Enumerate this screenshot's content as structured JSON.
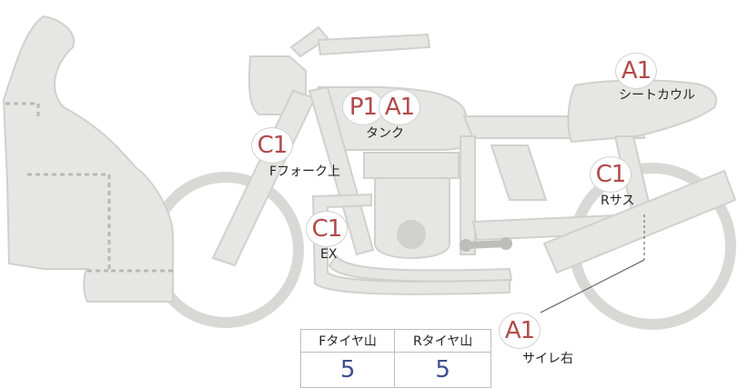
{
  "markers": {
    "p1_tank": "P1",
    "a1_tank": "A1",
    "a1_seat_cowl": "A1",
    "c1_fork": "C1",
    "c1_rear_sus": "C1",
    "c1_exhaust": "C1",
    "a1_silencer": "A1"
  },
  "labels": {
    "tank": "タンク",
    "seat_cowl": "シートカウル",
    "fork_upper": "Fフォーク上",
    "rear_sus": "Rサス",
    "exhaust": "EX",
    "silencer_right": "サイレ右"
  },
  "tyre_table": {
    "headers": [
      "Fタイヤ山",
      "Rタイヤ山"
    ],
    "values": [
      "5",
      "5"
    ]
  },
  "colors": {
    "body_fill": "#e6e6e4",
    "body_stroke": "#d0d0ce",
    "marker_text": "#b24a4a",
    "value_text": "#3f4f8f"
  }
}
